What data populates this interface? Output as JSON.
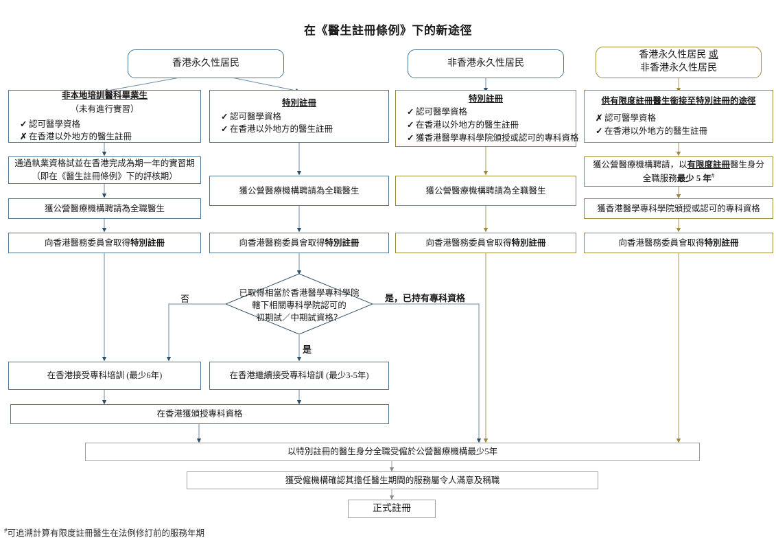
{
  "title": "在《醫生註冊條例》下的新途徑",
  "colors": {
    "blue_border": "#4e7490",
    "olive_border": "#9b8a3c",
    "gray_border": "#9e9e9e",
    "background": "#ffffff",
    "text": "#1a1a1a"
  },
  "personas": [
    {
      "id": "persona-hk-resident",
      "label": "香港永久性居民"
    },
    {
      "id": "persona-non-hk-resident",
      "label": "非香港永久性居民"
    },
    {
      "id": "persona-either",
      "line1": "香港永久性居民 或",
      "line2": "非香港永久性居民",
      "underlined_word": "或"
    }
  ],
  "columns": [
    {
      "id": "column-1",
      "accent": "blue",
      "header": {
        "title": "非本地培訓醫科畢業生",
        "subtitle": "（未有進行實習）",
        "criteria": [
          {
            "mark": "✓",
            "text": "認可醫學資格"
          },
          {
            "mark": "✗",
            "text": "在香港以外地方的醫生註冊"
          }
        ]
      },
      "steps": [
        {
          "id": "step-licensing-exam",
          "line1": "通過執業資格試並在香港完成為期一年的實習期",
          "line2": "（即在《醫生註冊條例》下的評核期）"
        },
        {
          "id": "step-employed-fulltime",
          "text": "獲公營醫療機構聘請為全職醫生"
        },
        {
          "id": "step-special-registration",
          "text_pre": "向香港醫務委員會取得",
          "text_bold": "特別註冊"
        }
      ]
    },
    {
      "id": "column-2",
      "accent": "blue",
      "header": {
        "title": "特別註冊",
        "subtitle": "",
        "criteria": [
          {
            "mark": "✓",
            "text": "認可醫學資格"
          },
          {
            "mark": "✓",
            "text": "在香港以外地方的醫生註冊"
          }
        ]
      },
      "steps": [
        {
          "id": "step-employed-fulltime",
          "text": "獲公營醫療機構聘請為全職醫生"
        },
        {
          "id": "step-special-registration",
          "text_pre": "向香港醫務委員會取得",
          "text_bold": "特別註冊"
        }
      ]
    },
    {
      "id": "column-3",
      "accent": "olive",
      "header": {
        "title": "特別註冊",
        "subtitle": "",
        "criteria": [
          {
            "mark": "✓",
            "text": "認可醫學資格"
          },
          {
            "mark": "✓",
            "text": "在香港以外地方的醫生註冊"
          },
          {
            "mark": "✓",
            "text": "獲香港醫學專科學院頒授或認可的專科資格"
          }
        ]
      },
      "steps": [
        {
          "id": "step-employed-fulltime",
          "text": "獲公營醫療機構聘請為全職醫生"
        },
        {
          "id": "step-special-registration",
          "text_pre": "向香港醫務委員會取得",
          "text_bold": "特別註冊"
        }
      ]
    },
    {
      "id": "column-4",
      "accent": "olive",
      "header": {
        "title": "供有限度註冊醫生銜接至特別註冊的途徑",
        "subtitle": "",
        "criteria": [
          {
            "mark": "✗",
            "text": "認可醫學資格"
          },
          {
            "mark": "✓",
            "text": "在香港以外地方的醫生註冊"
          }
        ]
      },
      "steps": [
        {
          "id": "step-limited-registration-service",
          "line1_a": "獲公營醫療機構聘請，以",
          "line1_u": "有限度註冊",
          "line1_b": "醫生身分",
          "line2_a": "全職服務",
          "line2_b": "最少 5 年",
          "line2_sup": "#"
        },
        {
          "id": "step-specialist-qualification",
          "text": "獲香港醫學專科學院頒授或認可的專科資格"
        },
        {
          "id": "step-special-registration",
          "text_pre": "向香港醫務委員會取得",
          "text_bold": "特別註冊"
        }
      ]
    }
  ],
  "decision": {
    "id": "decision-intermediate-exam",
    "line1": "已取得相當於香港醫學專科學院",
    "line2": "轄下相關專科學院認可的",
    "line3": "初期試／中期試資格？",
    "label_no": "否",
    "label_yes_specialist": "是，已持有專科資格",
    "label_yes": "是"
  },
  "training": [
    {
      "id": "training-full",
      "text": "在香港接受專科培訓 (最少6年)"
    },
    {
      "id": "training-continue",
      "text": "在香港繼續接受專科培訓 (最少3-5年)"
    }
  ],
  "award": {
    "id": "award-specialist-hk",
    "text": "在香港獲頒授專科資格"
  },
  "common": [
    {
      "id": "common-service-5y",
      "text": "以特別註冊的醫生身分全職受僱於公營醫療機構最少5年"
    },
    {
      "id": "common-assessment",
      "text": "獲受僱機構確認其擔任醫生期間的服務屬令人滿意及稱職"
    },
    {
      "id": "common-full-registration",
      "text": "正式註冊"
    }
  ],
  "footnote": {
    "marker": "#",
    "text": "可追溯計算有限度註冊醫生在法例修訂前的服務年期"
  }
}
